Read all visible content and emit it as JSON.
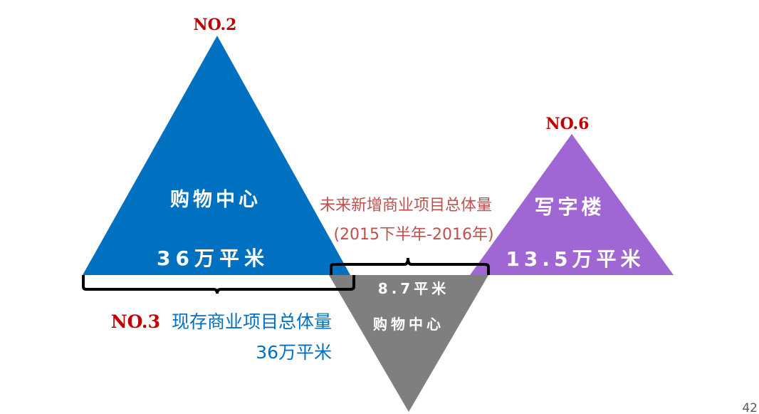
{
  "colors": {
    "shopping_mall": "#0070C0",
    "office": "#A066D3",
    "future": "#7F7F7F",
    "rank_red": "#C00000",
    "blue_text": "#0070C0",
    "future_text": "#C0504D",
    "bracket": "#000000"
  },
  "shopping_mall": {
    "rank": "NO.2",
    "title": "购物中心",
    "value": "36万平米"
  },
  "office": {
    "rank": "NO.6",
    "title": "写字楼",
    "value": "13.5万平米"
  },
  "future": {
    "title_line1": "未来新增商业项目总体量",
    "title_line2": "(2015下半年-2016年)",
    "value": "8.7平米",
    "category": "购物中心"
  },
  "existing": {
    "rank": "NO.3",
    "label": "现存商业项目总体量",
    "value": "36万平米"
  },
  "page_number": "42"
}
